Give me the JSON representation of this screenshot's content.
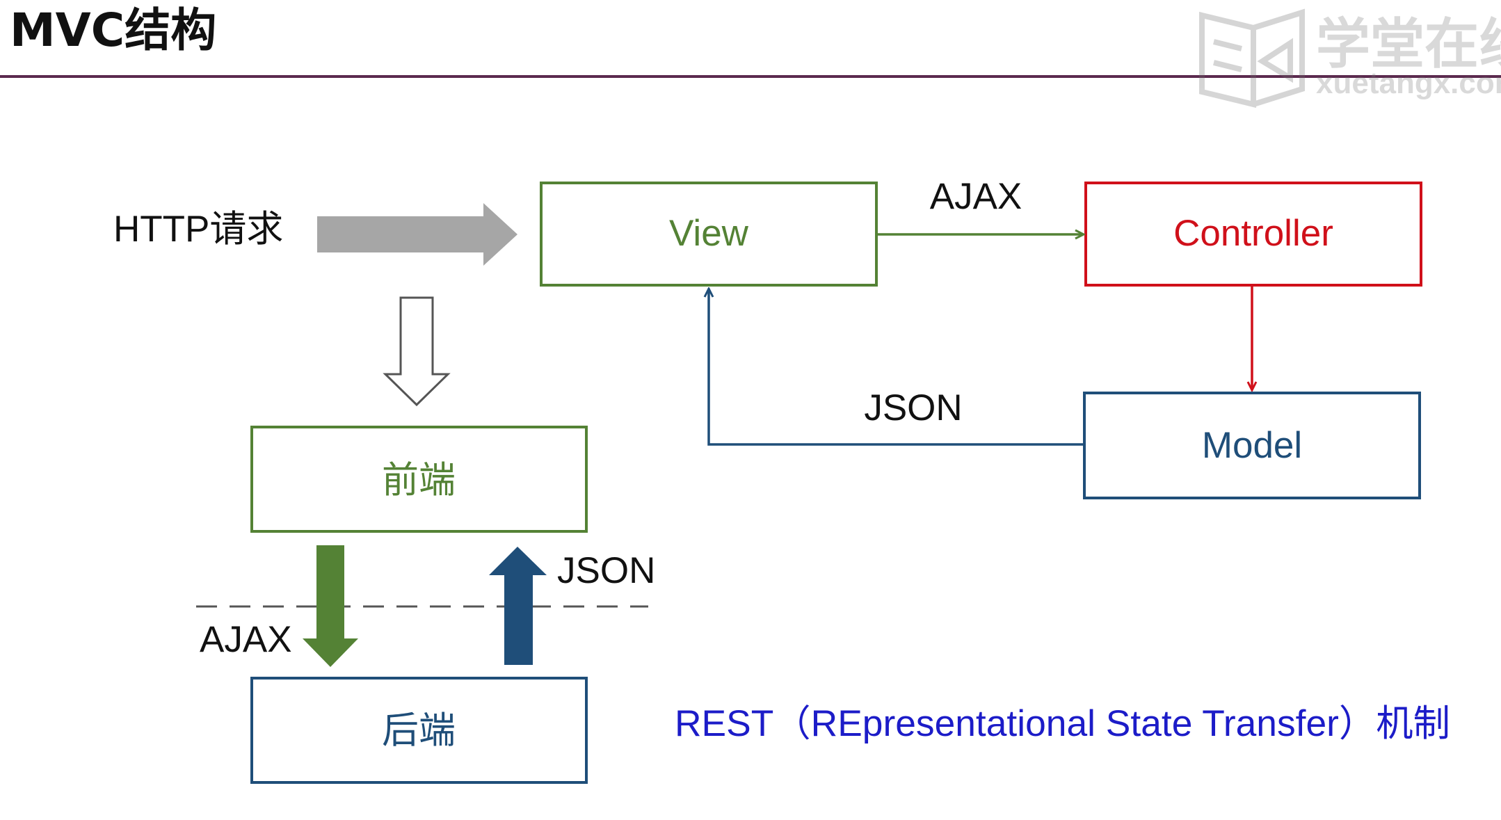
{
  "title": "MVC结构",
  "watermark": {
    "text_cn": "学堂在线",
    "text_en": "xuetangx.com",
    "icon": "open-book-logo"
  },
  "http_request": {
    "label": "HTTP请求"
  },
  "mvc": {
    "view": "View",
    "controller": "Controller",
    "model": "Model",
    "view_to_controller": "AJAX",
    "model_to_view": "JSON"
  },
  "split": {
    "frontend": "前端",
    "backend": "后端",
    "down_label": "AJAX",
    "up_label": "JSON"
  },
  "rest_caption": "REST（REpresentational State Transfer）机制",
  "colors": {
    "title_rule": "#5b2a4e",
    "green": "#548235",
    "red": "#d0101a",
    "blue": "#1f4e79",
    "caption_blue": "#1c1cc8",
    "gray_arrow": "#a6a6a6",
    "text": "#111111"
  }
}
